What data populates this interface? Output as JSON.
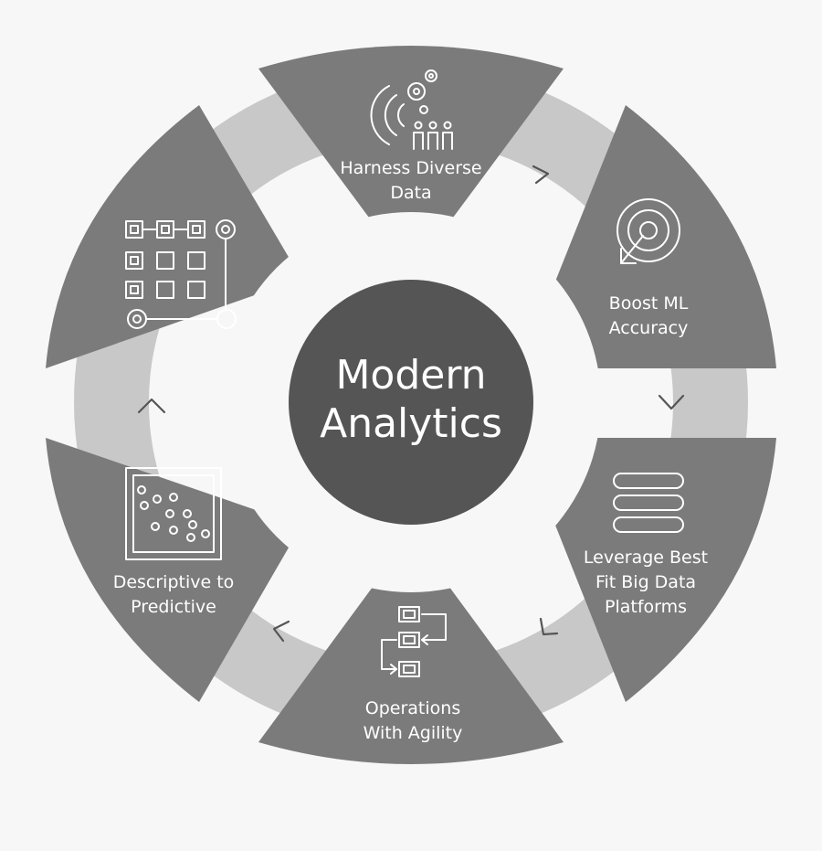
{
  "center": {
    "line1": "Modern",
    "line2": "Analytics"
  },
  "segments": [
    {
      "line1": "Harness Diverse",
      "line2": "Data",
      "icon": "signal-gears-people-icon"
    },
    {
      "line1": "Boost ML",
      "line2": "Accuracy",
      "icon": "target-icon"
    },
    {
      "line1": "Leverage Best",
      "line2": "Fit Big Data",
      "line3": "Platforms",
      "icon": "stacked-platforms-icon"
    },
    {
      "line1": "Operations",
      "line2": "With Agility",
      "icon": "workflow-icon"
    },
    {
      "line1": "Descriptive to",
      "line2": "Predictive",
      "icon": "scatter-plot-icon"
    },
    {
      "icon": "network-grid-icon"
    }
  ],
  "colors": {
    "background": "#f7f7f7",
    "segment": "#7b7b7b",
    "ring": "#c8c8c8",
    "hub": "#555555",
    "text": "#ffffff"
  }
}
